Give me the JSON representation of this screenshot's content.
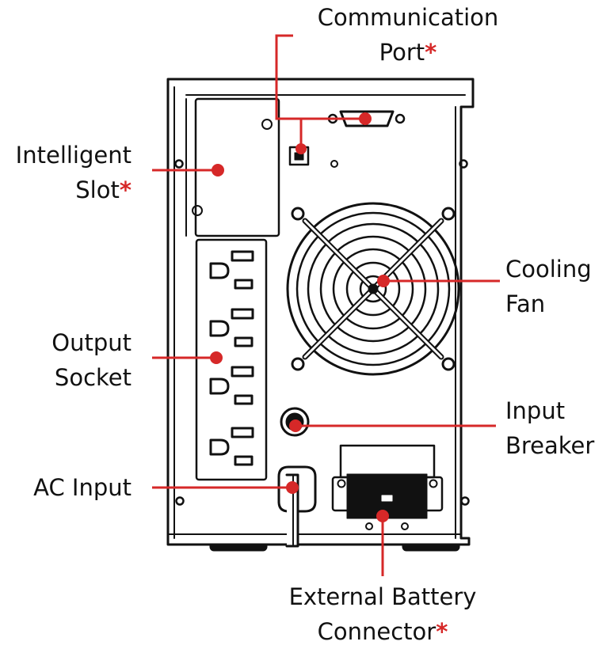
{
  "labels": {
    "communication_port": {
      "line1": "Communication",
      "line2": "Port",
      "marker": "*"
    },
    "intelligent_slot": {
      "line1": "Intelligent",
      "line2": "Slot",
      "marker": "*"
    },
    "cooling_fan": {
      "line1": "Cooling",
      "line2": "Fan"
    },
    "output_socket": {
      "line1": "Output",
      "line2": "Socket"
    },
    "input_breaker": {
      "line1": "Input",
      "line2": "Breaker"
    },
    "ac_input": {
      "line1": "AC Input"
    },
    "external_battery_connector": {
      "line1": "External Battery",
      "line2": "Connector",
      "marker": "*"
    }
  },
  "colors": {
    "callout": "#d62828",
    "outline": "#111111",
    "background": "#ffffff"
  },
  "icons": [
    "ups-rear-panel",
    "db9-port-icon",
    "usb-port-icon",
    "fan-grille-icon",
    "outlet-icon",
    "breaker-icon",
    "power-inlet-icon",
    "battery-connector-icon"
  ]
}
